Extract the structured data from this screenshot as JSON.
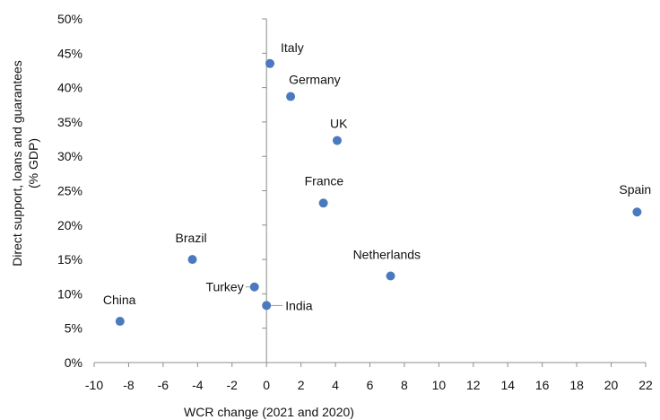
{
  "chart_data": {
    "type": "scatter",
    "title": "",
    "xlabel": "WCR change (2021 and 2020)",
    "ylabel": [
      "Direct support, loans and guarantees",
      "(% GDP)"
    ],
    "xlim": [
      -10,
      22
    ],
    "ylim": [
      0,
      50
    ],
    "x_ticks": [
      -10,
      -8,
      -6,
      -4,
      -2,
      0,
      2,
      4,
      6,
      8,
      10,
      12,
      14,
      16,
      18,
      20,
      22
    ],
    "y_ticks": [
      0,
      5,
      10,
      15,
      20,
      25,
      30,
      35,
      40,
      45,
      50
    ],
    "x_tick_labels": [
      "-10",
      "-8",
      "-6",
      "-4",
      "-2",
      "0",
      "2",
      "4",
      "6",
      "8",
      "10",
      "12",
      "14",
      "16",
      "18",
      "20",
      "22"
    ],
    "y_tick_labels": [
      "0%",
      "5%",
      "10%",
      "15%",
      "20%",
      "25%",
      "30%",
      "35%",
      "40%",
      "45%",
      "50%"
    ],
    "grid": false,
    "legend": "none",
    "marker_color": "#4a7abd",
    "points": [
      {
        "label": "Italy",
        "x": 0.2,
        "y": 43.5
      },
      {
        "label": "Germany",
        "x": 1.4,
        "y": 38.7
      },
      {
        "label": "UK",
        "x": 4.1,
        "y": 32.3
      },
      {
        "label": "France",
        "x": 3.3,
        "y": 23.2
      },
      {
        "label": "Spain",
        "x": 21.5,
        "y": 21.9
      },
      {
        "label": "Brazil",
        "x": -4.3,
        "y": 15.0
      },
      {
        "label": "Netherlands",
        "x": 7.2,
        "y": 12.6
      },
      {
        "label": "Turkey",
        "x": -0.7,
        "y": 11.0
      },
      {
        "label": "India",
        "x": 0.0,
        "y": 8.3
      },
      {
        "label": "China",
        "x": -8.5,
        "y": 6.0
      }
    ]
  }
}
